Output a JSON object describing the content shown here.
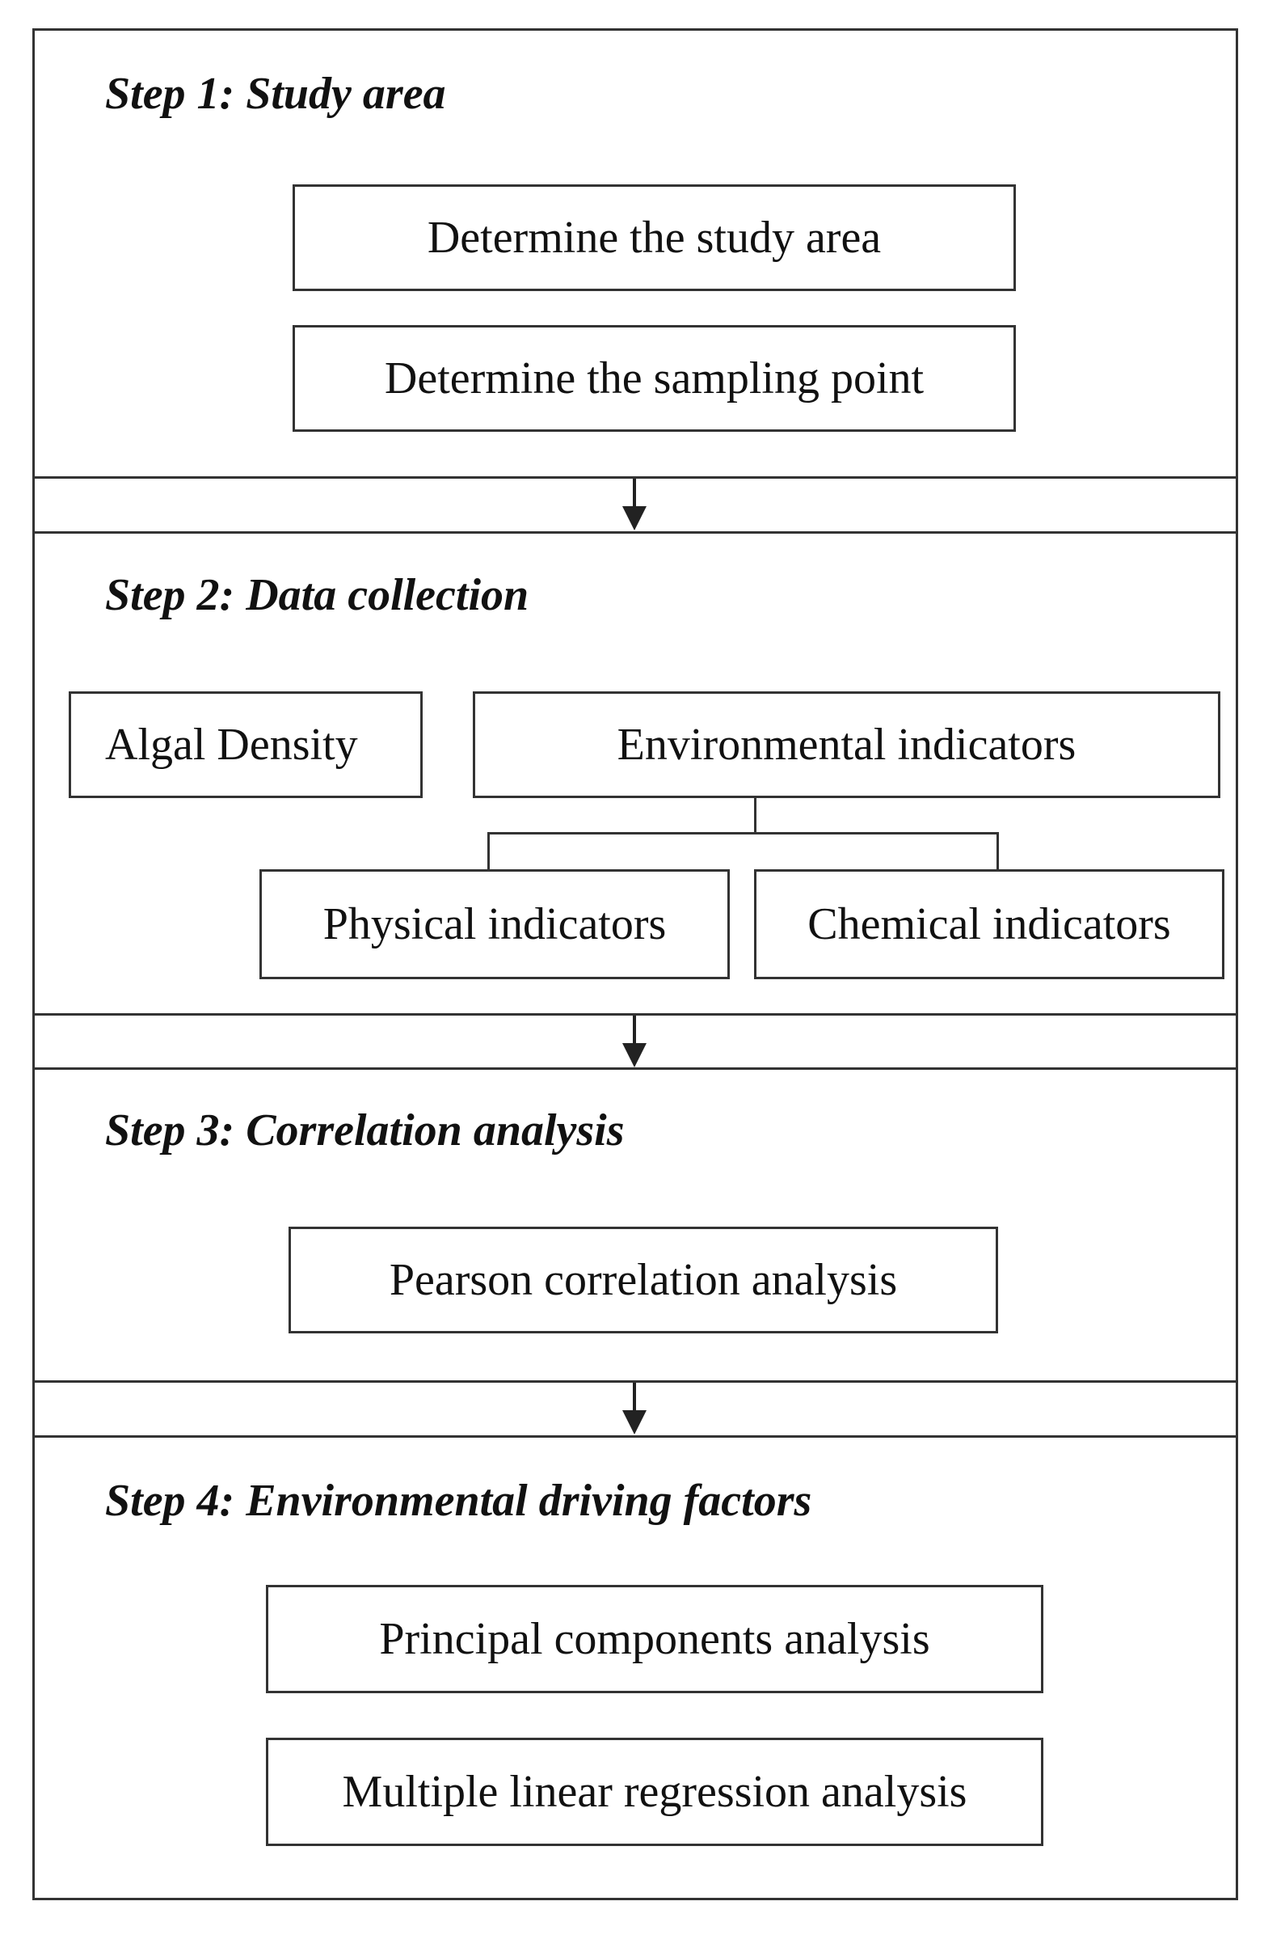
{
  "step1": {
    "title": "Step 1: Study area",
    "items": [
      "Determine the study area",
      "Determine the sampling point"
    ]
  },
  "step2": {
    "title": "Step 2: Data collection",
    "algal": "Algal Density",
    "environmental": "Environmental indicators",
    "physical": "Physical indicators",
    "chemical": "Chemical indicators"
  },
  "step3": {
    "title": "Step 3: Correlation analysis",
    "items": [
      "Pearson correlation analysis"
    ]
  },
  "step4": {
    "title": "Step 4: Environmental driving factors",
    "items": [
      "Principal components analysis",
      "Multiple linear regression analysis"
    ]
  }
}
